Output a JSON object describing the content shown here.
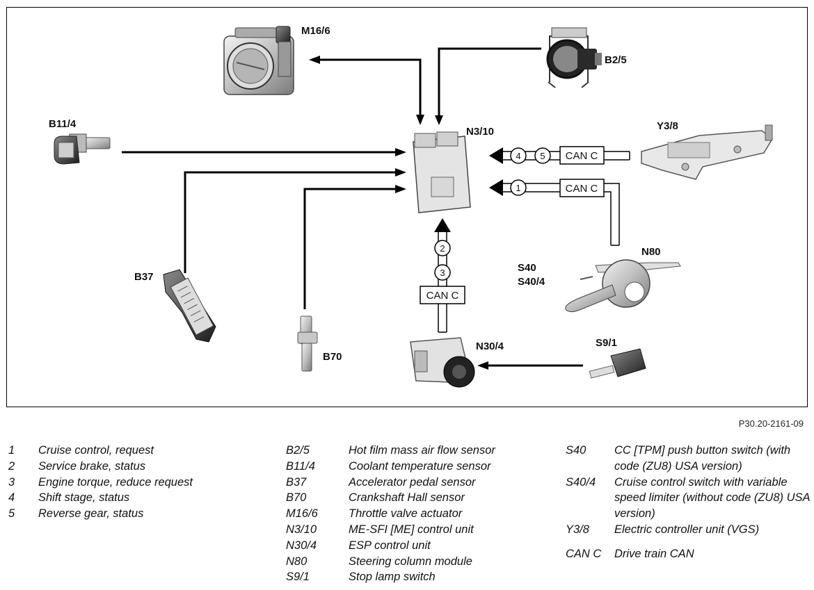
{
  "diagram": {
    "components": {
      "m16_6": "M16/6",
      "b2_5": "B2/5",
      "b11_4": "B11/4",
      "n3_10": "N3/10",
      "y3_8": "Y3/8",
      "n80": "N80",
      "s40": "S40",
      "s40_4": "S40/4",
      "b37": "B37",
      "b70": "B70",
      "n30_4": "N30/4",
      "s9_1": "S9/1"
    },
    "can_labels": {
      "y3_8_link": "CAN C",
      "n80_link": "CAN C",
      "n30_4_link": "CAN C"
    },
    "signal_numbers": {
      "y3_8_a": "4",
      "y3_8_b": "5",
      "n80_a": "1",
      "n30_4_a": "2",
      "n30_4_b": "3"
    },
    "figure_ref": "P30.20-2161-09"
  },
  "legend": {
    "col1": [
      {
        "code": "1",
        "desc": "Cruise control, request"
      },
      {
        "code": "2",
        "desc": "Service brake, status"
      },
      {
        "code": "3",
        "desc": "Engine torque, reduce request"
      },
      {
        "code": "4",
        "desc": "Shift stage, status"
      },
      {
        "code": "5",
        "desc": "Reverse gear, status"
      }
    ],
    "col2": [
      {
        "code": "B2/5",
        "desc": "Hot film mass air flow sensor"
      },
      {
        "code": "B11/4",
        "desc": "Coolant temperature sensor"
      },
      {
        "code": "B37",
        "desc": "Accelerator pedal sensor"
      },
      {
        "code": "B70",
        "desc": "Crankshaft Hall sensor"
      },
      {
        "code": "M16/6",
        "desc": "Throttle valve actuator"
      },
      {
        "code": "N3/10",
        "desc": "ME-SFI [ME] control unit"
      },
      {
        "code": "N30/4",
        "desc": "ESP control unit"
      },
      {
        "code": "N80",
        "desc": "Steering column module"
      },
      {
        "code": "S9/1",
        "desc": "Stop lamp switch"
      }
    ],
    "col3": [
      {
        "code": "S40",
        "desc": "CC [TPM] push button switch (with code (ZU8) USA version)"
      },
      {
        "code": "S40/4",
        "desc": "Cruise control switch with variable speed limiter (without code (ZU8) USA version)"
      },
      {
        "code": "Y3/8",
        "desc": "Electric controller unit (VGS)"
      },
      {
        "code": "CAN C",
        "desc": "Drive train CAN"
      }
    ]
  }
}
